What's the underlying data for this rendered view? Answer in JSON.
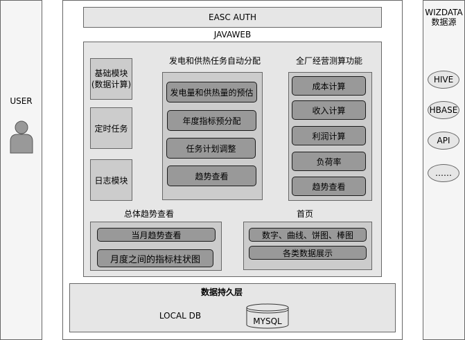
{
  "user": {
    "title": "USER"
  },
  "wizdata": {
    "title_line1": "WIZDATA",
    "title_line2": "数据源",
    "sources": [
      "HIVE",
      "HBASE",
      "API",
      "……"
    ]
  },
  "auth": {
    "label": "EASC AUTH"
  },
  "javaweb": {
    "title": "JAVAWEB",
    "left_modules": [
      "基础模块\n(数据计算)",
      "定时任务",
      "日志模块"
    ],
    "alloc": {
      "title": "发电和供热任务自动分配",
      "items": [
        "发电量和供热量的预估",
        "年度指标预分配",
        "任务计划调整",
        "趋势查看"
      ]
    },
    "calc": {
      "title": "全厂经营测算功能",
      "items": [
        "成本计算",
        "收入计算",
        "利润计算",
        "负荷率",
        "趋势查看"
      ]
    },
    "trend": {
      "title": "总体趋势查看",
      "items": [
        "当月趋势查看",
        "月度之间的指标柱状图"
      ]
    },
    "home": {
      "title": "首页",
      "items": [
        "数字、曲线、饼图、棒图",
        "各类数据展示"
      ]
    }
  },
  "persistence": {
    "title": "数据持久层",
    "local_db": "LOCAL DB",
    "db_name": "MYSQL"
  }
}
